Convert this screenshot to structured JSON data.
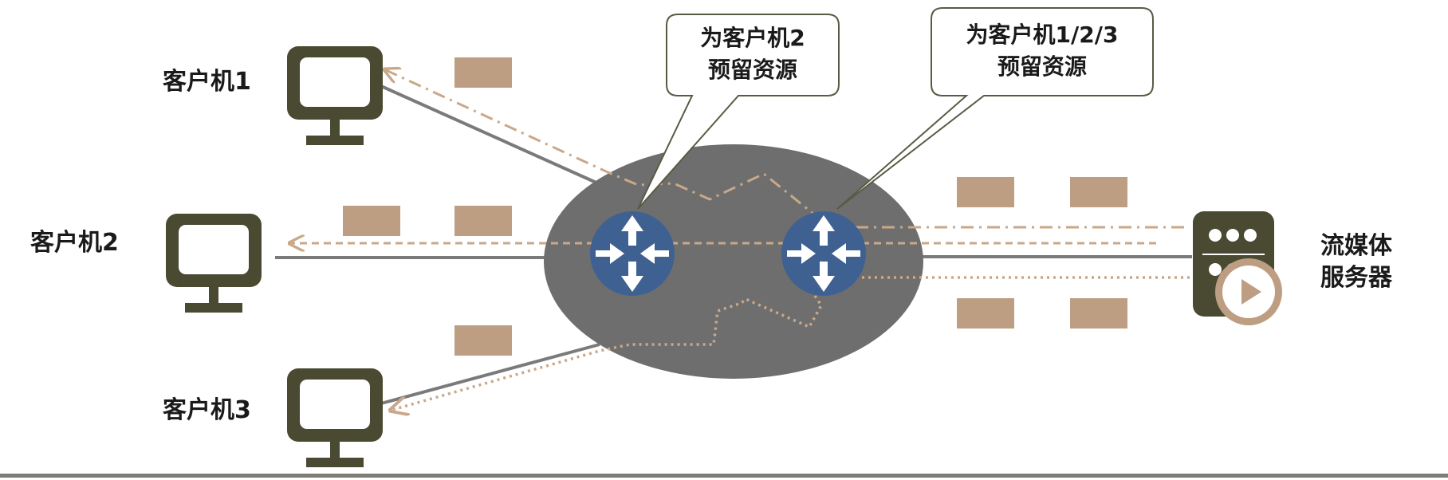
{
  "clients": [
    {
      "label": "客户机1"
    },
    {
      "label": "客户机2"
    },
    {
      "label": "客户机3"
    }
  ],
  "server": {
    "label_line1": "流媒体",
    "label_line2": "服务器"
  },
  "callouts": [
    {
      "line1": "为客户机2",
      "line2": "预留资源"
    },
    {
      "line1": "为客户机1/2/3",
      "line2": "预留资源"
    }
  ],
  "colors": {
    "device": "#4a4a33",
    "cloud": "#6e6e6e",
    "router": "#3f6192",
    "packet": "#bd9e82",
    "flow": "#c9a88a",
    "link": "#7a7a7a"
  }
}
